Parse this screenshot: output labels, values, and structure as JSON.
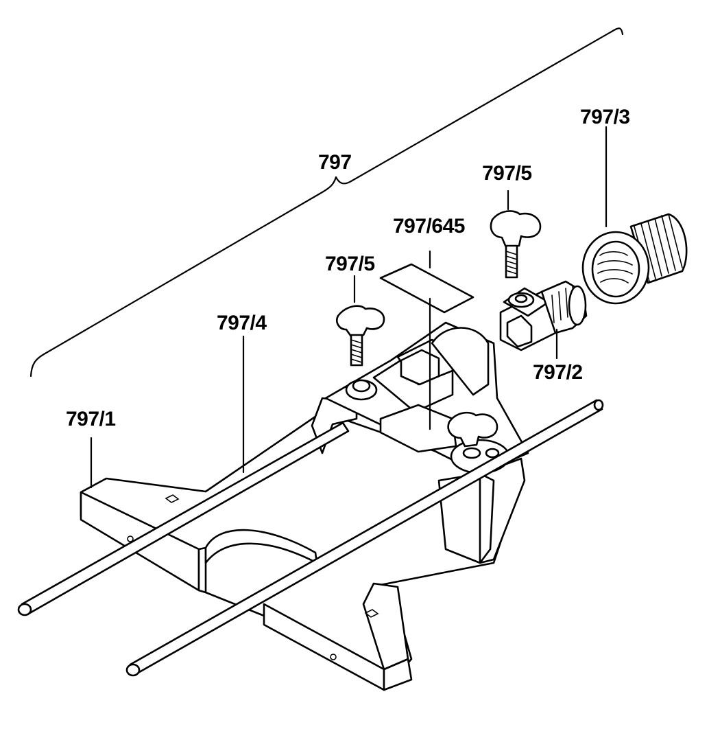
{
  "diagram": {
    "labels": {
      "assembly": "797",
      "base": "797/1",
      "rod": "797/4",
      "screw_left": "797/5",
      "label_plate": "797/645",
      "screw_right": "797/5",
      "clamp": "797/2",
      "nut": "797/3"
    },
    "line_color": "#000000",
    "background": "#ffffff"
  }
}
